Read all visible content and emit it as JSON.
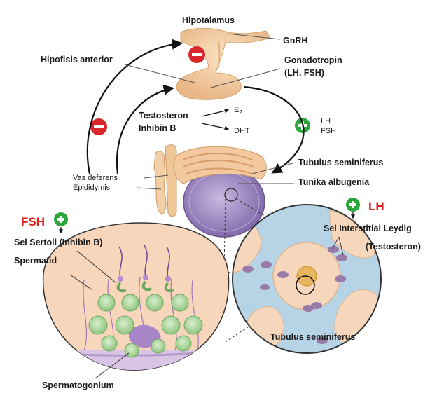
{
  "labels": {
    "hipotalamus": "Hipotalamus",
    "gnrh": "GnRH",
    "hipofisis": "Hipofisis anterior",
    "gonadotropin": "Gonadotropin",
    "gonadotropin_sub": "(LH, FSH)",
    "testosteron": "Testosteron",
    "inhibin": "Inhibin B",
    "e2": "E",
    "e2_sub": "2",
    "dht": "DHT",
    "lh_side": "LH",
    "fsh_side": "FSH",
    "vas_deferens": "Vas deferens",
    "epididymis": "Epididymis",
    "tubulus_top": "Tubulus seminiferus",
    "tunika": "Tunika albugenia",
    "fsh_big": "FSH",
    "lh_big": "LH",
    "sertoli": "Sel Sertoli (Inhibin B)",
    "spermatid": "Spermatid",
    "leydig": "Sel Interstitial Leydig",
    "testosteron_paren": "(Testosteron)",
    "tubulus_bottom": "Tubulus seminiferus",
    "spermatogonium": "Spermatogonium"
  },
  "colors": {
    "negative": "#d9262b",
    "positive": "#2aa63c",
    "tissue": "#f2c79a",
    "testis": "#8f78b5",
    "text_red": "#e0201c"
  }
}
